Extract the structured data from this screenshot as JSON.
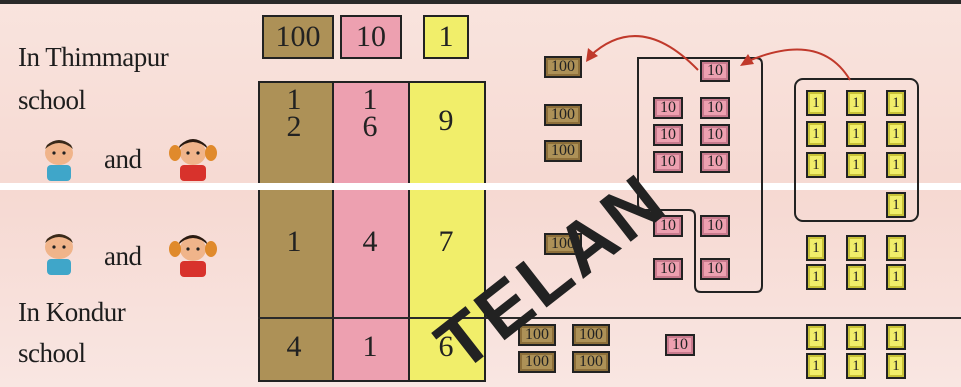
{
  "labels": {
    "top_line1": "In Thimmapur",
    "top_line2": "school",
    "top_and": "and",
    "bottom_and": "and",
    "bottom_line1": "In Kondur",
    "bottom_line2": "school"
  },
  "headers": {
    "hundreds": "100",
    "tens": "10",
    "ones": "1"
  },
  "rows": {
    "regroup": {
      "hundreds": {
        "num": "1",
        "den": "2"
      },
      "tens": {
        "num": "1",
        "den": "6"
      },
      "ones": "9"
    },
    "second": {
      "hundreds": "1",
      "tens": "4",
      "ones": "7"
    },
    "result": {
      "hundreds": "4",
      "tens": "1",
      "ones": "6"
    }
  },
  "tokens": {
    "hundred": "100",
    "ten": "10",
    "one": "1"
  },
  "watermark": "TELAN",
  "colors": {
    "hundreds": "#ad9157",
    "tens": "#eda0b0",
    "ones": "#f1ee6a",
    "arrow": "#c0392b"
  }
}
